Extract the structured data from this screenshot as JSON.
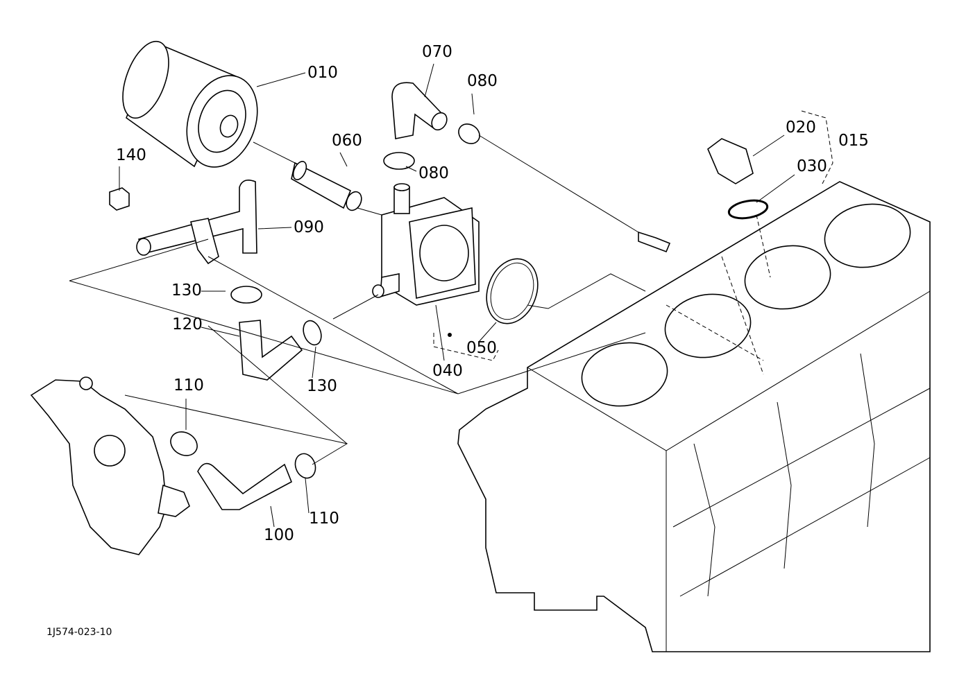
{
  "diagram": {
    "code": "1J574-023-10",
    "parts": [
      {
        "id": "010"
      },
      {
        "id": "015"
      },
      {
        "id": "020"
      },
      {
        "id": "030"
      },
      {
        "id": "040"
      },
      {
        "id": "050"
      },
      {
        "id": "060"
      },
      {
        "id": "070"
      },
      {
        "id": "080a",
        "label": "080"
      },
      {
        "id": "080b",
        "label": "080"
      },
      {
        "id": "090"
      },
      {
        "id": "100"
      },
      {
        "id": "110a",
        "label": "110"
      },
      {
        "id": "110b",
        "label": "110"
      },
      {
        "id": "120"
      },
      {
        "id": "130a",
        "label": "130"
      },
      {
        "id": "130b",
        "label": "130"
      },
      {
        "id": "140"
      }
    ],
    "labels": {
      "p010": "010",
      "p015": "015",
      "p020": "020",
      "p030": "030",
      "p040": "040",
      "p050": "050",
      "p060": "060",
      "p070": "070",
      "p080a": "080",
      "p080b": "080",
      "p090": "090",
      "p100": "100",
      "p110a": "110",
      "p110b": "110",
      "p120": "120",
      "p130a": "130",
      "p130b": "130",
      "p140": "140"
    }
  }
}
